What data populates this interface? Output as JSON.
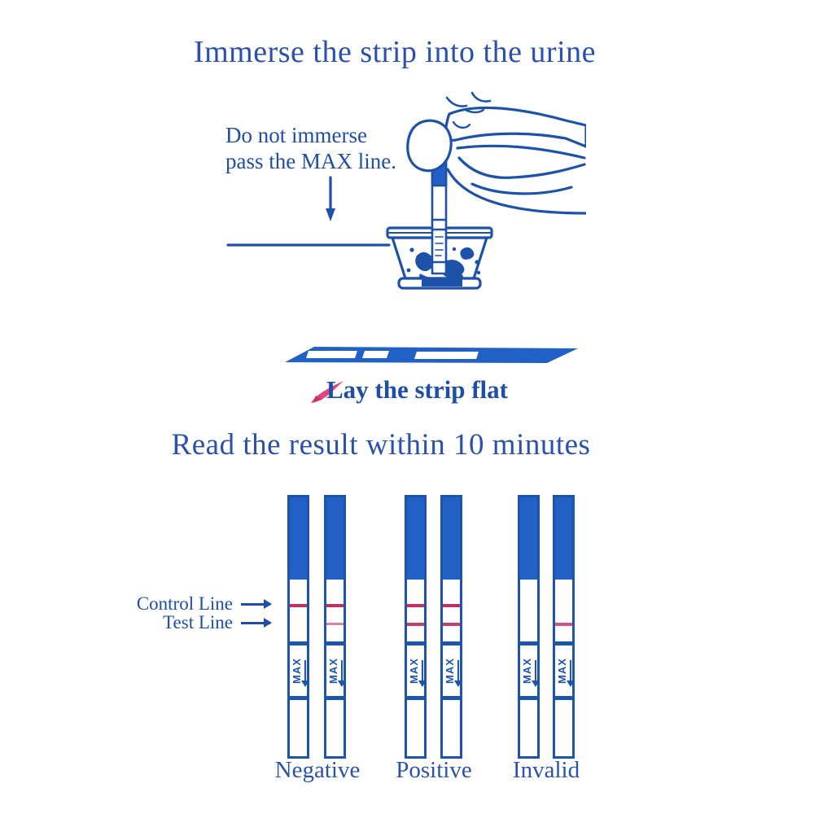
{
  "colors": {
    "heading_blue": "#2a52ac",
    "ink_blue": "#1e4fa6",
    "strip_fill_blue": "#2161c6",
    "strip_border_blue": "#1d55ae",
    "control_line_pink": "#c42e63",
    "test_line_pink": "#c93a6e",
    "faint_test_line_pink": "#e27ba6",
    "invalid_line_pink": "#cf5186",
    "cursor_pink": "#e0457b"
  },
  "section_immerse": {
    "title": "Immerse the strip into the urine",
    "note_line1": "Do not immerse",
    "note_line2": "pass the MAX line."
  },
  "section_lay": {
    "caption": "Lay the strip flat"
  },
  "section_read": {
    "title": "Read the result within 10 minutes",
    "line_labels": {
      "control": "Control Line",
      "test": "Test Line"
    },
    "strip_text": {
      "max": "MAX"
    },
    "strips": [
      {
        "group": "Negative",
        "control_line": true,
        "test_line": false,
        "test_line_intensity": "none"
      },
      {
        "group": "Negative",
        "control_line": true,
        "test_line": "faint",
        "test_line_intensity": "faint"
      },
      {
        "group": "Positive",
        "control_line": true,
        "test_line": true,
        "test_line_intensity": "strong"
      },
      {
        "group": "Positive",
        "control_line": true,
        "test_line": true,
        "test_line_intensity": "strong"
      },
      {
        "group": "Invalid",
        "control_line": false,
        "test_line": false,
        "test_line_intensity": "none"
      },
      {
        "group": "Invalid",
        "control_line": false,
        "test_line": true,
        "test_line_intensity": "medium"
      }
    ],
    "results": [
      {
        "label": "Negative"
      },
      {
        "label": "Positive"
      },
      {
        "label": "Invalid"
      }
    ]
  }
}
